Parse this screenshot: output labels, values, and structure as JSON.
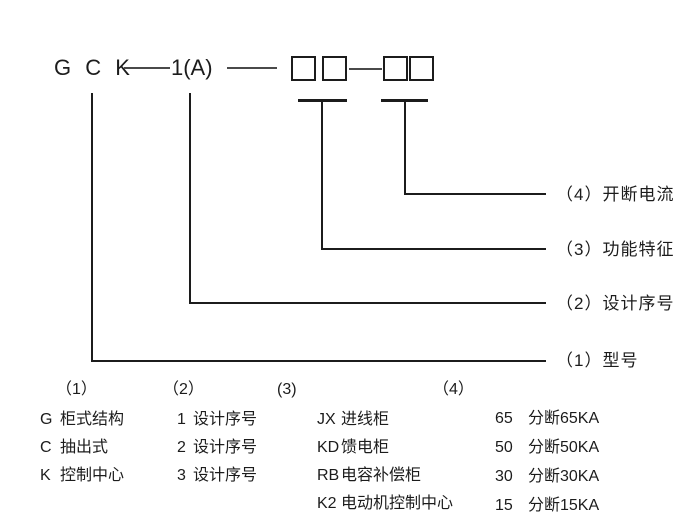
{
  "model_code": {
    "prefix": "G C K",
    "series": "1(A)",
    "placeholder_box_count": 4
  },
  "callouts": [
    {
      "num": "4",
      "label": "（4）开断电流"
    },
    {
      "num": "3",
      "label": "（3）功能特征"
    },
    {
      "num": "2",
      "label": "（2）设计序号"
    },
    {
      "num": "1",
      "label": "（1）型号"
    }
  ],
  "legend": {
    "columns": [
      {
        "header": "（1）",
        "items": [
          {
            "code": "G",
            "desc": "柜式结构"
          },
          {
            "code": "C",
            "desc": "抽出式"
          },
          {
            "code": "K",
            "desc": "控制中心"
          }
        ]
      },
      {
        "header": "（2）",
        "items": [
          {
            "code": "1",
            "desc": "设计序号"
          },
          {
            "code": "2",
            "desc": "设计序号"
          },
          {
            "code": "3",
            "desc": "设计序号"
          }
        ]
      },
      {
        "header": "(3)",
        "items": [
          {
            "code": "JX",
            "desc": "进线柜"
          },
          {
            "code": "KD",
            "desc": "馈电柜"
          },
          {
            "code": "RB",
            "desc": "电容补偿柜"
          },
          {
            "code": "K2",
            "desc": "电动机控制中心"
          }
        ]
      },
      {
        "header": "（4）",
        "items": [
          {
            "code": "65",
            "desc": "分断65KA"
          },
          {
            "code": "50",
            "desc": "分断50KA"
          },
          {
            "code": "30",
            "desc": "分断30KA"
          },
          {
            "code": "15",
            "desc": "分断15KA"
          }
        ]
      }
    ]
  },
  "colors": {
    "ink": "#1c1c1c",
    "background": "#ffffff"
  }
}
